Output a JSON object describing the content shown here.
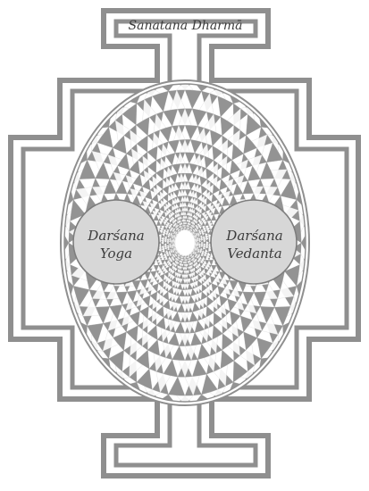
{
  "title": "Sanatana Dharmā",
  "left_circle": {
    "line1": "Darśana",
    "line2": "Yoga"
  },
  "right_circle": {
    "line1": "Darśana",
    "line2": "Vedanta"
  },
  "colors": {
    "border": "#8f8f8f",
    "pattern": "#8a8a8a",
    "circle_fill": "#d7d7d7",
    "text": "#3c3c3c"
  }
}
